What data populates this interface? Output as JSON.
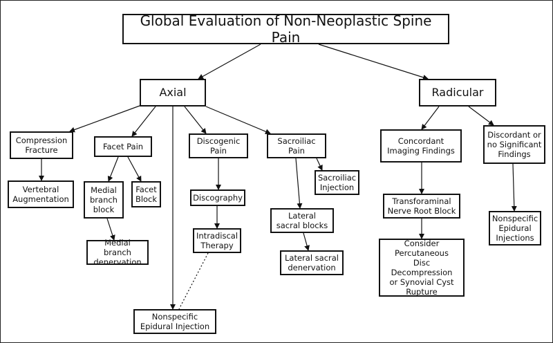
{
  "diagram": {
    "title": "Global Evaluation of Non-Neoplastic Spine Pain",
    "nodes": {
      "root": "Global Evaluation of Non-Neoplastic Spine Pain",
      "axial": "Axial",
      "radicular": "Radicular",
      "compression_fracture": "Compression\nFracture",
      "facet_pain": "Facet Pain",
      "discogenic_pain": "Discogenic\nPain",
      "sacroiliac_pain": "Sacroiliac\nPain",
      "vertebral_augmentation": "Vertebral\nAugmentation",
      "medial_branch_block": "Medial\nbranch\nblock",
      "facet_block": "Facet\nBlock",
      "medial_branch_denervation": "Medial branch\ndenervation",
      "discography": "Discography",
      "intradiscal_therapy": "Intradiscal\nTherapy",
      "sacroiliac_injection": "Sacroiliac\nInjection",
      "lateral_sacral_blocks": "Lateral\nsacral blocks",
      "lateral_sacral_denervation": "Lateral sacral\ndenervation",
      "nonspecific_epidural_injection": "Nonspecific\nEpidural Injection",
      "concordant_imaging": "Concordant\nImaging Findings",
      "discordant_findings": "Discordant or\nno Significant\nFindings",
      "transforaminal_block": "Transforaminal\nNerve Root Block",
      "consider_percutaneous": "Consider\nPercutaneous\nDisc Decompression\nor Synovial Cyst\nRupture",
      "nonspecific_epidural_injections": "Nonspecific\nEpidural\nInjections"
    },
    "edges": [
      {
        "from": "root",
        "to": "axial",
        "style": "solid"
      },
      {
        "from": "root",
        "to": "radicular",
        "style": "solid"
      },
      {
        "from": "axial",
        "to": "compression_fracture",
        "style": "solid"
      },
      {
        "from": "axial",
        "to": "facet_pain",
        "style": "solid"
      },
      {
        "from": "axial",
        "to": "discogenic_pain",
        "style": "solid"
      },
      {
        "from": "axial",
        "to": "sacroiliac_pain",
        "style": "solid"
      },
      {
        "from": "axial",
        "to": "nonspecific_epidural_injection",
        "style": "solid"
      },
      {
        "from": "compression_fracture",
        "to": "vertebral_augmentation",
        "style": "solid"
      },
      {
        "from": "facet_pain",
        "to": "medial_branch_block",
        "style": "solid"
      },
      {
        "from": "facet_pain",
        "to": "facet_block",
        "style": "solid"
      },
      {
        "from": "medial_branch_block",
        "to": "medial_branch_denervation",
        "style": "solid"
      },
      {
        "from": "discogenic_pain",
        "to": "discography",
        "style": "solid"
      },
      {
        "from": "discography",
        "to": "intradiscal_therapy",
        "style": "solid"
      },
      {
        "from": "intradiscal_therapy",
        "to": "nonspecific_epidural_injection",
        "style": "dotted"
      },
      {
        "from": "sacroiliac_pain",
        "to": "sacroiliac_injection",
        "style": "solid"
      },
      {
        "from": "sacroiliac_pain",
        "to": "lateral_sacral_blocks",
        "style": "solid"
      },
      {
        "from": "lateral_sacral_blocks",
        "to": "lateral_sacral_denervation",
        "style": "solid"
      },
      {
        "from": "radicular",
        "to": "concordant_imaging",
        "style": "solid"
      },
      {
        "from": "radicular",
        "to": "discordant_findings",
        "style": "solid"
      },
      {
        "from": "concordant_imaging",
        "to": "transforaminal_block",
        "style": "solid"
      },
      {
        "from": "transforaminal_block",
        "to": "consider_percutaneous",
        "style": "solid"
      },
      {
        "from": "discordant_findings",
        "to": "nonspecific_epidural_injections",
        "style": "solid"
      }
    ],
    "colors": {
      "line": "#111111",
      "box_border": "#111111",
      "background": "#ffffff"
    }
  }
}
